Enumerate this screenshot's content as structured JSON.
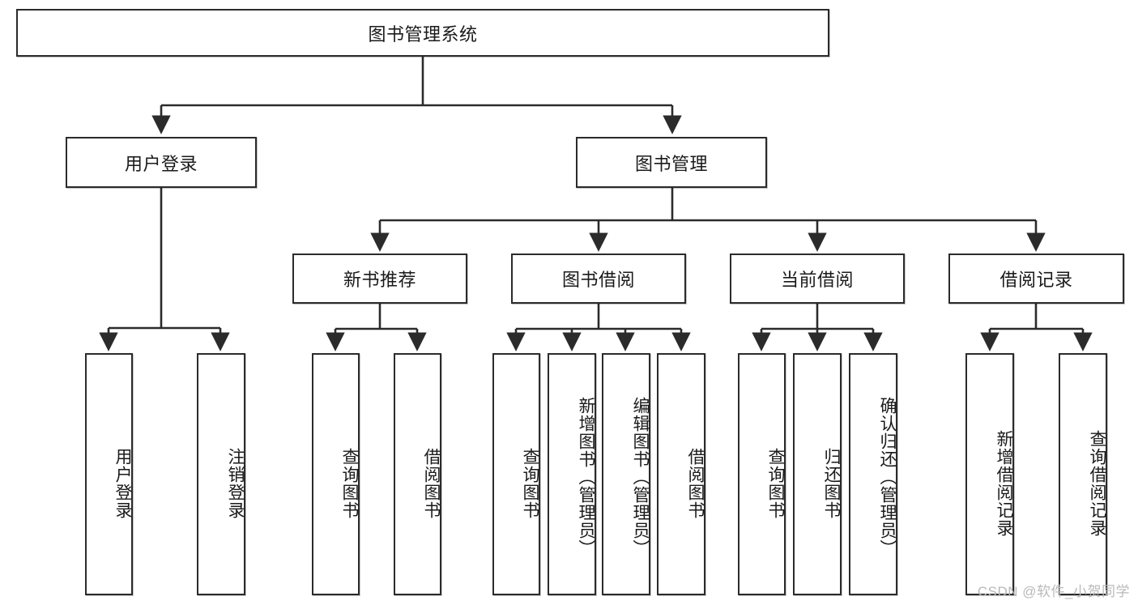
{
  "diagram": {
    "title": "图书管理系统",
    "watermark": "CSDN @软件_小贺同学",
    "stroke_color": "#2b2b2b",
    "background_color": "#ffffff",
    "root": {
      "label": "图书管理系统"
    },
    "level2": [
      {
        "label": "用户登录"
      },
      {
        "label": "图书管理"
      }
    ],
    "level3": [
      {
        "label": "新书推荐"
      },
      {
        "label": "图书借阅"
      },
      {
        "label": "当前借阅"
      },
      {
        "label": "借阅记录"
      }
    ],
    "leaves": {
      "user_login": [
        {
          "label": "用户登录"
        },
        {
          "label": "注销登录"
        }
      ],
      "new_book": [
        {
          "label": "查询图书"
        },
        {
          "label": "借阅图书"
        }
      ],
      "borrow_book": [
        {
          "label": "查询图书"
        },
        {
          "label": "新增图书（管理员）"
        },
        {
          "label": "编辑图书（管理员）"
        },
        {
          "label": "借阅图书"
        }
      ],
      "current_borrow": [
        {
          "label": "查询图书"
        },
        {
          "label": "归还图书"
        },
        {
          "label": "确认归还（管理员）"
        }
      ],
      "borrow_record": [
        {
          "label": "新增借阅记录"
        },
        {
          "label": "查询借阅记录"
        }
      ]
    }
  }
}
